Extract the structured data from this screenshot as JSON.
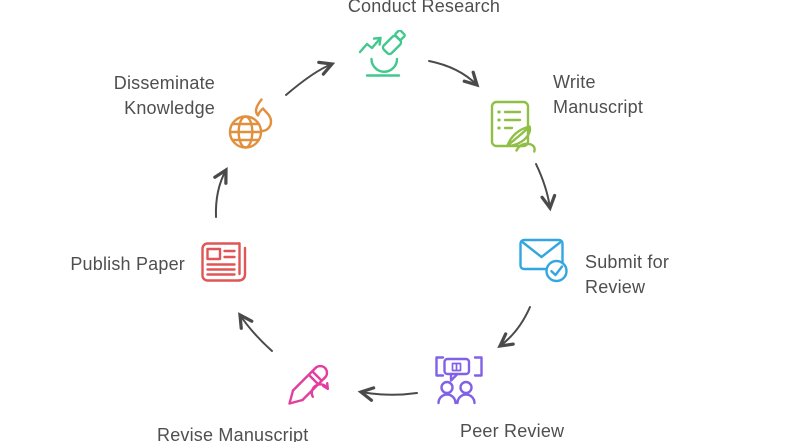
{
  "diagram": {
    "type": "circular-process-cycle",
    "background_color": "#ffffff",
    "text_color": "#4f4f4f",
    "arrow_color": "#4a4a4a",
    "steps": [
      {
        "label": "Conduct Research",
        "icon": "microscope-trend-icon",
        "color": "#41c98d",
        "position": "top"
      },
      {
        "label": "Write Manuscript",
        "icon": "document-quill-icon",
        "color": "#8fbf45",
        "position": "upper-right"
      },
      {
        "label": "Submit for Review",
        "icon": "envelope-check-icon",
        "color": "#32a6e0",
        "position": "right"
      },
      {
        "label": "Peer Review",
        "icon": "people-discussion-icon",
        "color": "#8161e6",
        "position": "lower-right"
      },
      {
        "label": "Revise Manuscript",
        "icon": "pencil-refresh-icon",
        "color": "#e33da0",
        "position": "bottom"
      },
      {
        "label": "Publish Paper",
        "icon": "newspaper-icon",
        "color": "#e05656",
        "position": "left"
      },
      {
        "label": "Disseminate Knowledge",
        "icon": "globe-flame-icon",
        "color": "#e1913e",
        "position": "upper-left"
      }
    ],
    "connections": [
      {
        "from": "Conduct Research",
        "to": "Write Manuscript"
      },
      {
        "from": "Write Manuscript",
        "to": "Submit for Review"
      },
      {
        "from": "Submit for Review",
        "to": "Peer Review"
      },
      {
        "from": "Peer Review",
        "to": "Revise Manuscript"
      },
      {
        "from": "Revise Manuscript",
        "to": "Publish Paper"
      },
      {
        "from": "Publish Paper",
        "to": "Disseminate Knowledge"
      },
      {
        "from": "Disseminate Knowledge",
        "to": "Conduct Research"
      }
    ]
  }
}
